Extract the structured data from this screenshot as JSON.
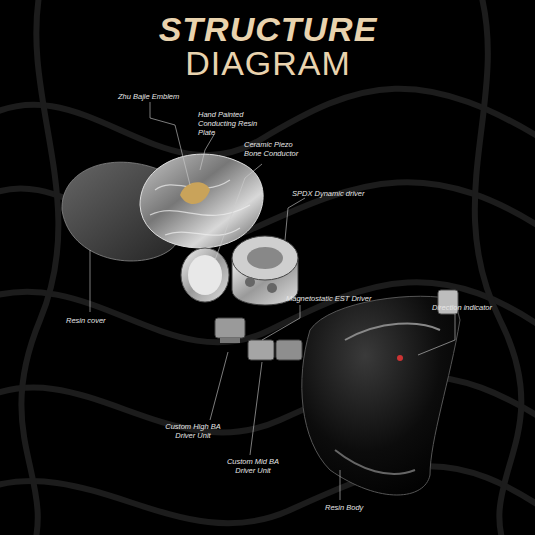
{
  "diagram": {
    "title": "STRUCTURE DIAGRAM",
    "labels": [
      "Zhu Bajie Emblem",
      "Hand Painted Conducting Resin Plate",
      "Ceramic Piezo Bone Conductor",
      "SPDX Dynamic driver",
      "Resin cover",
      "Magnetostatic EST Driver",
      "Direction indicator",
      "Custom High BA Driver Unit",
      "Custom Mid BA Driver Unit",
      "Resin Body"
    ]
  }
}
